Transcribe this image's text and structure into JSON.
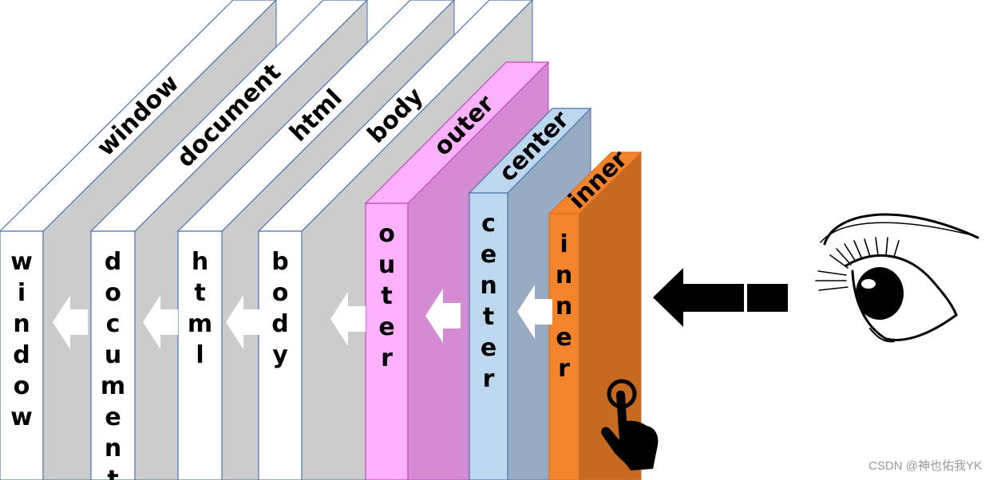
{
  "layers": [
    {
      "id": "window",
      "top_label": "window",
      "side_label": "window",
      "front": "#ffffff",
      "top": "#ffffff",
      "side": "#cccccc",
      "stroke": "#4a72b0"
    },
    {
      "id": "document",
      "top_label": "document",
      "side_label": "document",
      "front": "#ffffff",
      "top": "#ffffff",
      "side": "#cccccc",
      "stroke": "#4a72b0"
    },
    {
      "id": "html",
      "top_label": "html",
      "side_label": "html",
      "front": "#ffffff",
      "top": "#ffffff",
      "side": "#cccccc",
      "stroke": "#4a72b0"
    },
    {
      "id": "body",
      "top_label": "body",
      "side_label": "body",
      "front": "#ffffff",
      "top": "#ffffff",
      "side": "#cccccc",
      "stroke": "#4a72b0"
    },
    {
      "id": "outer",
      "top_label": "outer",
      "side_label": "outer",
      "front": "#fcb1fc",
      "top": "#fcb1fc",
      "side": "#d48bd4",
      "stroke": "#c048c0"
    },
    {
      "id": "center",
      "top_label": "center",
      "side_label": "center",
      "front": "#bdd7ee",
      "top": "#bdd7ee",
      "side": "#97abc2",
      "stroke": "#4a72b0"
    },
    {
      "id": "inner",
      "top_label": "inner",
      "side_label": "inner",
      "front": "#f4842c",
      "top": "#f4842c",
      "side": "#c66a22",
      "stroke": "#e07020"
    }
  ],
  "arrow_color": "#000000",
  "small_arrow_color": "#ffffff",
  "watermark": "CSDN @神也佑我YK"
}
